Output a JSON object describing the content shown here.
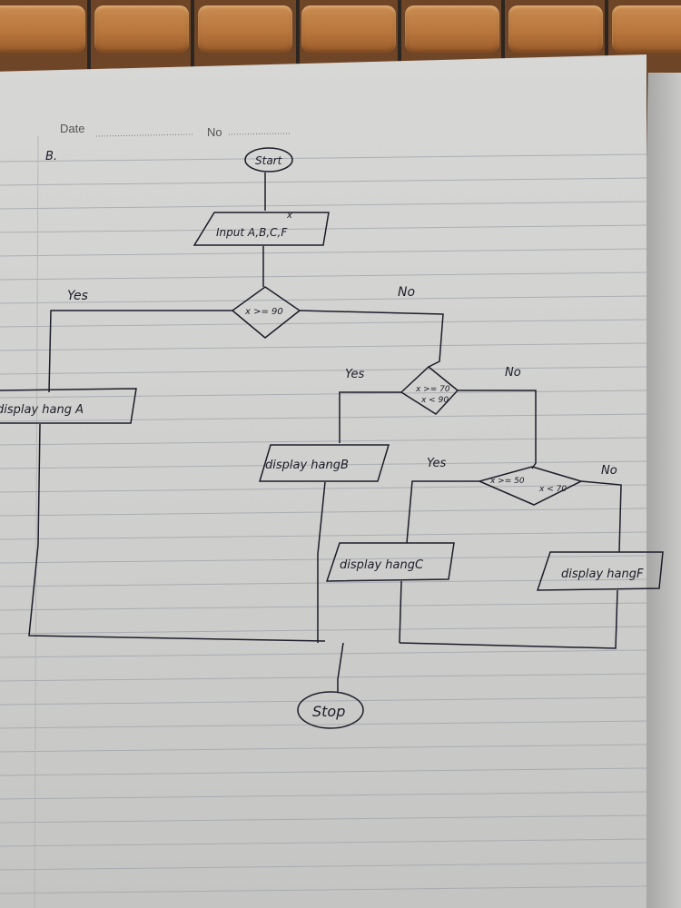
{
  "header": {
    "date_label": "Date",
    "no_label": "No",
    "margin_note": "B."
  },
  "flowchart": {
    "start": "Start",
    "input": "Input A,B,C,F",
    "input_var": "x",
    "decision1": "x >= 90",
    "decision1_yes": "Yes",
    "decision1_no": "No",
    "out_a": "display hang A",
    "decision2_line1": "x >= 70",
    "decision2_line2": "x < 90",
    "decision2_yes": "Yes",
    "decision2_no": "No",
    "out_b": "display hangB",
    "decision3_line1": "x >= 50",
    "decision3_line2": "x < 70",
    "decision3_yes": "Yes",
    "decision3_no": "No",
    "out_c": "display hangC",
    "out_f": "display hangF",
    "stop": "Stop"
  },
  "colors": {
    "ink": "#1d1d2a",
    "paper": "#d2d2d0",
    "rule": "#9aa0a8"
  }
}
